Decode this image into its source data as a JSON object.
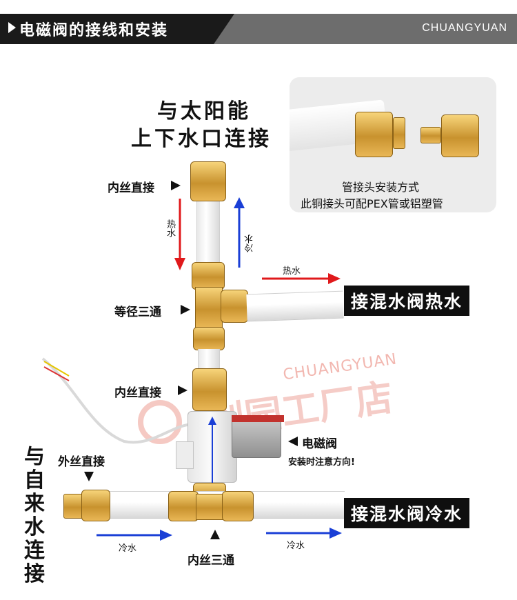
{
  "header": {
    "title": "电磁阀的接线和安装",
    "brand": "CHUANGYUAN"
  },
  "top_label": {
    "line1": "与太阳能",
    "line2": "上下水口连接"
  },
  "inset": {
    "caption_line1": "管接头安装方式",
    "caption_line2": "此铜接头可配PEX管或铝塑管"
  },
  "callouts": {
    "inner_thread_top": "内丝直接",
    "equal_tee": "等径三通",
    "inner_thread_mid": "内丝直接",
    "solenoid_valve": "电磁阀",
    "install_note": "安装时注意方向!",
    "outer_thread": "外丝直接",
    "inner_tee": "内丝三通"
  },
  "flow_labels": {
    "hot_down": "热水",
    "cold_up": "冷水",
    "hot_right": "热水",
    "cold_left": "冷水",
    "cold_right": "冷水"
  },
  "boxes": {
    "hot_mix": "接混水阀热水",
    "cold_mix": "接混水阀冷水"
  },
  "side_label": [
    "与",
    "自",
    "来",
    "水",
    "连",
    "接"
  ],
  "watermark": {
    "brand": "CHUANGYUAN",
    "text": "创园工厂店"
  },
  "colors": {
    "hot_arrow": "#e0191b",
    "cold_arrow": "#1a3fd6",
    "brass": "#d7a441",
    "header_bg": "#1a1a1a",
    "watermark": "#f2b7b0"
  }
}
